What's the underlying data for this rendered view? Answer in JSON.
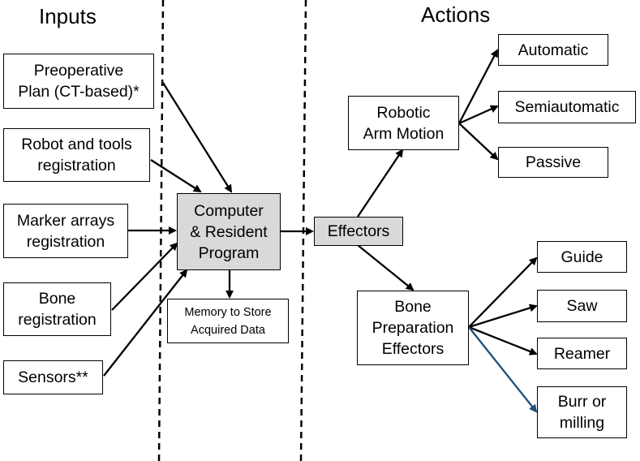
{
  "headings": {
    "inputs": "Inputs",
    "actions": "Actions"
  },
  "inputs": {
    "preop_plan": "Preoperative\nPlan (CT-based)*",
    "robot_tools": "Robot and tools\nregistration",
    "marker_arrays": "Marker arrays\nregistration",
    "bone_registration": "Bone\nregistration",
    "sensors": "Sensors**"
  },
  "center": {
    "computer": "Computer\n& Resident\nProgram",
    "memory": "Memory to Store\nAcquired Data"
  },
  "effectors": "Effectors",
  "robotic_arm": {
    "label": "Robotic\nArm Motion",
    "modes": [
      "Automatic",
      "Semiautomatic",
      "Passive"
    ]
  },
  "bone_prep": {
    "label": "Bone\nPreparation\nEffectors",
    "tools": [
      "Guide",
      "Saw",
      "Reamer",
      "Burr or\nmilling"
    ]
  },
  "colors": {
    "highlight_arrow": "#1f4e79",
    "box_fill": "#d9d9d9"
  }
}
